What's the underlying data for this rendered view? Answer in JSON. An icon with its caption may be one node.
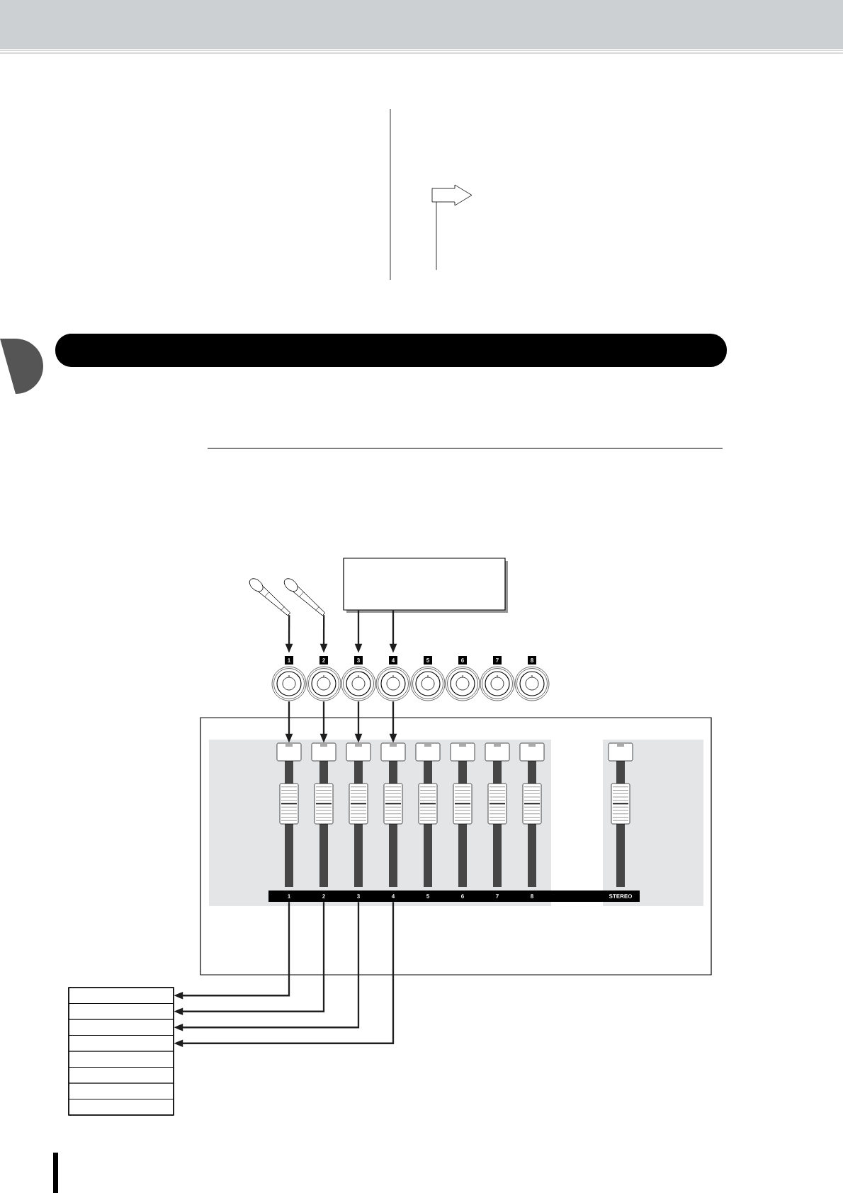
{
  "diagram": {
    "nodes": [
      {
        "text": [],
        "shape": "microphone"
      },
      {
        "text": [],
        "shape": "microphone"
      },
      {
        "text": [],
        "shape": "box"
      },
      {
        "text": [
          "1"
        ]
      },
      {
        "text": [
          "2"
        ]
      },
      {
        "text": [
          "3"
        ]
      },
      {
        "text": [
          "4"
        ]
      },
      {
        "text": [
          "5"
        ]
      },
      {
        "text": [
          "6"
        ]
      },
      {
        "text": [
          "7"
        ]
      },
      {
        "text": [
          "8"
        ]
      },
      {
        "text": [],
        "shape": "box"
      },
      {
        "text": [
          "1"
        ],
        "in": 11
      },
      {
        "text": [
          "2"
        ],
        "in": 11
      },
      {
        "text": [
          "3"
        ],
        "in": 11
      },
      {
        "text": [
          "4"
        ],
        "in": 11
      },
      {
        "text": [
          "5"
        ],
        "in": 11
      },
      {
        "text": [
          "6"
        ],
        "in": 11
      },
      {
        "text": [
          "7"
        ],
        "in": 11
      },
      {
        "text": [
          "8"
        ],
        "in": 11
      },
      {
        "text": [
          "STEREO"
        ],
        "in": 11
      },
      {
        "text": [],
        "shape": "box"
      },
      {
        "text": [],
        "shape": "box",
        "in": 21
      },
      {
        "text": [],
        "shape": "box",
        "in": 21
      },
      {
        "text": [],
        "shape": "box",
        "in": 21
      },
      {
        "text": [],
        "shape": "box",
        "in": 21
      },
      {
        "text": [],
        "shape": "box",
        "in": 21
      },
      {
        "text": [],
        "shape": "box",
        "in": 21
      },
      {
        "text": [],
        "shape": "box",
        "in": 21
      },
      {
        "text": [],
        "shape": "box",
        "in": 21
      },
      {
        "text": [],
        "shape": "bar"
      },
      {
        "text": [],
        "shape": "tab"
      }
    ],
    "edges": [
      {
        "from": 0,
        "to": 3,
        "arrow": "to"
      },
      {
        "from": 1,
        "to": 4,
        "arrow": "to"
      },
      {
        "from": 2,
        "to": 5,
        "arrow": "to"
      },
      {
        "from": 2,
        "to": 6,
        "arrow": "to"
      },
      {
        "from": 3,
        "to": 12,
        "arrow": "to"
      },
      {
        "from": 4,
        "to": 13,
        "arrow": "to"
      },
      {
        "from": 5,
        "to": 14,
        "arrow": "to"
      },
      {
        "from": 6,
        "to": 15,
        "arrow": "to"
      },
      {
        "from": 12,
        "to": 22,
        "arrow": "to"
      },
      {
        "from": 13,
        "to": 23,
        "arrow": "to"
      },
      {
        "from": 14,
        "to": 24,
        "arrow": "to"
      },
      {
        "from": 15,
        "to": 25,
        "arrow": "to"
      }
    ]
  }
}
